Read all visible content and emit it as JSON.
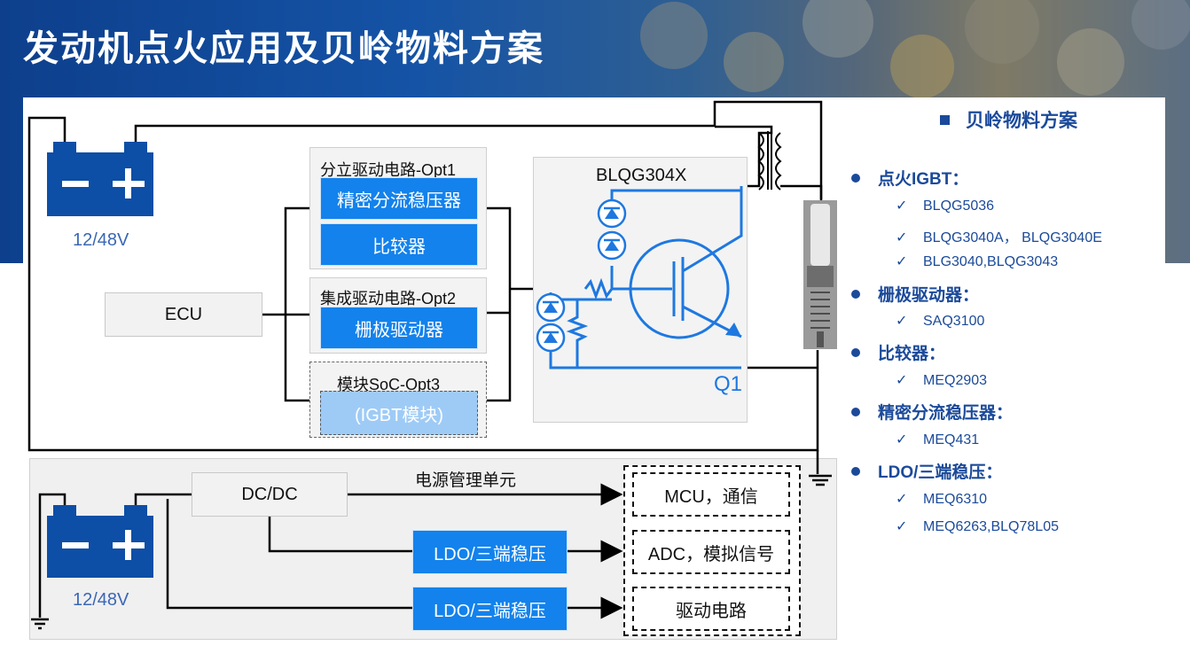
{
  "page": {
    "title": "发动机点火应用及贝岭物料方案"
  },
  "top_circuit": {
    "battery_label": "12/48V",
    "ecu_label": "ECU",
    "opt1_title": "分立驱动电路-Opt1",
    "opt1_item1": "精密分流稳压器",
    "opt1_item2": "比较器",
    "opt2_title": "集成驱动电路-Opt2",
    "opt2_item1": "栅极驱动器",
    "opt3_title": "模块SoC-Opt3",
    "opt3_item1": "(IGBT模块)",
    "igbt_block_label": "BLQG304X",
    "transistor_label": "Q1"
  },
  "power_circuit": {
    "battery_label": "12/48V",
    "dcdc_label": "DC/DC",
    "section_title": "电源管理单元",
    "ldo1_label": "LDO/三端稳压",
    "ldo2_label": "LDO/三端稳压",
    "load1": "MCU，通信",
    "load2": "ADC，模拟信号",
    "load3": "驱动电路"
  },
  "solution": {
    "title": "贝岭物料方案",
    "categories": [
      {
        "name": "点火IGBT：",
        "parts": [
          "BLQG5036",
          "BLQG3040A， BLQG3040E",
          "BLG3040,BLQG3043"
        ]
      },
      {
        "name": "栅极驱动器：",
        "parts": [
          "SAQ3100"
        ]
      },
      {
        "name": "比较器：",
        "parts": [
          "MEQ2903"
        ]
      },
      {
        "name": "精密分流稳压器：",
        "parts": [
          "MEQ431"
        ]
      },
      {
        "name": "LDO/三端稳压：",
        "parts": [
          "MEQ6310",
          "MEQ6263,BLQ78L05"
        ]
      }
    ],
    "check_mark": "✓"
  },
  "colors": {
    "header_blue": "#0d3f8c",
    "box_blue": "#1382ec",
    "battery_blue": "#0d4ea6",
    "text_blue": "#1b4a9a",
    "circuit_blue": "#1e78e0"
  }
}
